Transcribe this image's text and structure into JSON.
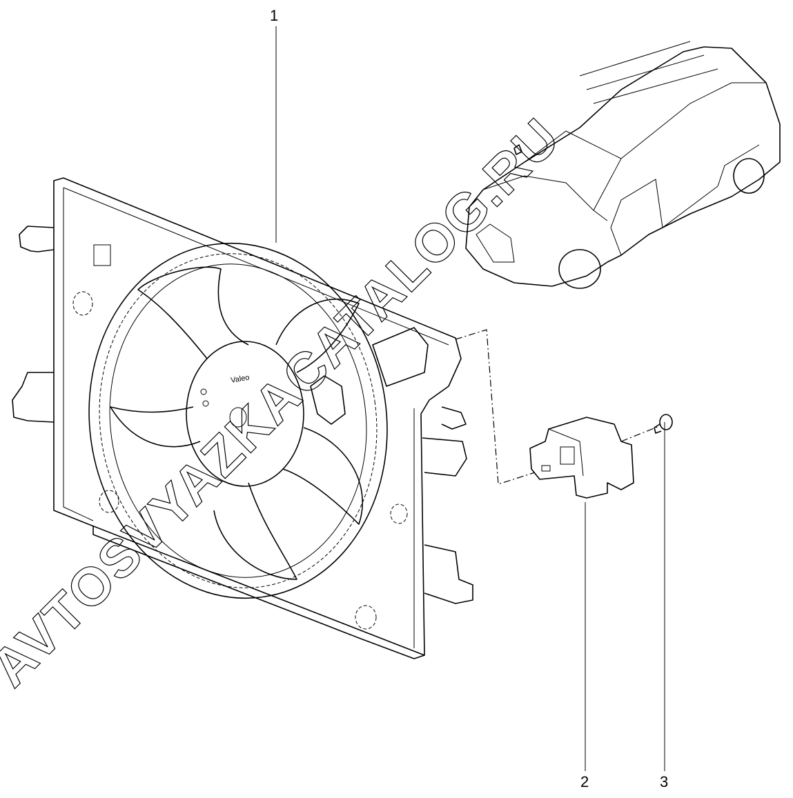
{
  "diagram": {
    "callouts": [
      {
        "number": "1",
        "part": "fan-shroud-assembly"
      },
      {
        "number": "2",
        "part": "resistor-module"
      },
      {
        "number": "3",
        "part": "screw"
      }
    ],
    "fan_label": "Valeo",
    "watermark": "AVTOSVYAZKACATALOG.RU"
  }
}
